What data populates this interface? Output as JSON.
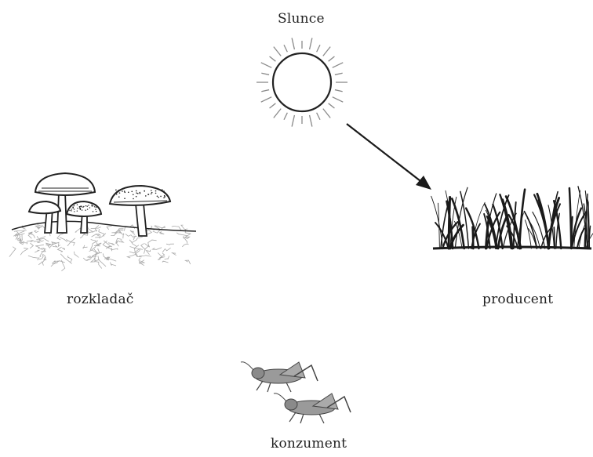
{
  "labels": {
    "sun": "Slunce",
    "decomposer": "rozkladač",
    "producer": "producent",
    "consumer": "konzument"
  },
  "arrow": {
    "from": "sun",
    "to": "producer"
  },
  "colors": {
    "line": "#222222",
    "fill_dark": "#1a1a1a",
    "fill_gray": "#9a9a9a",
    "sun_ray": "#8a8a8a"
  }
}
